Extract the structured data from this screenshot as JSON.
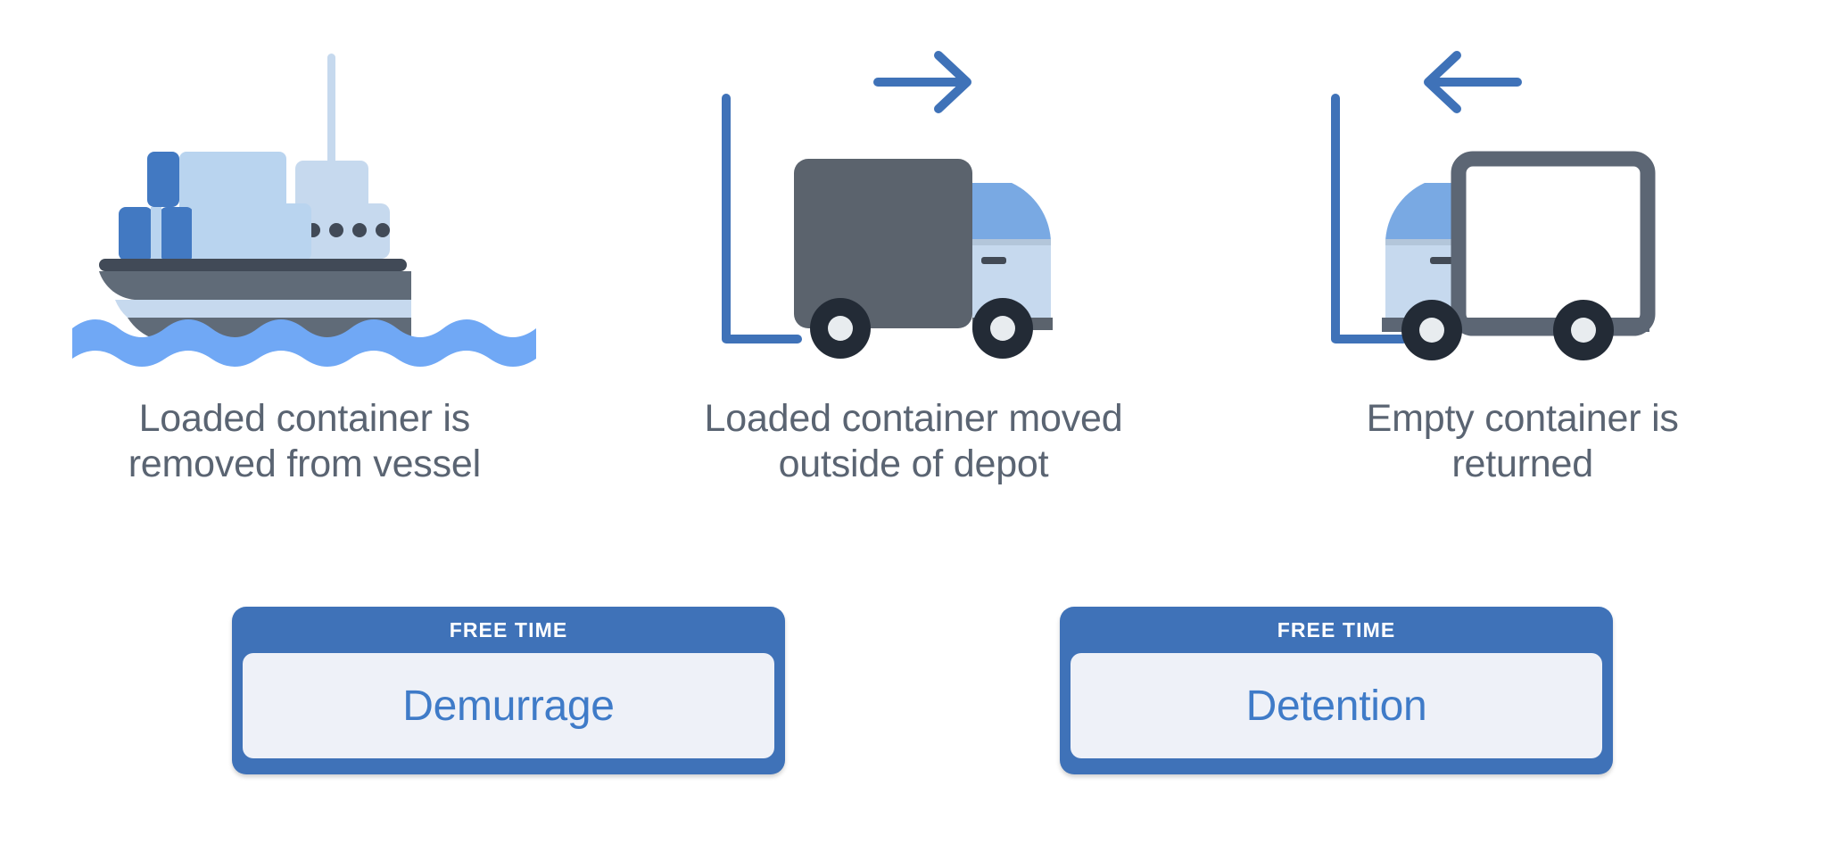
{
  "title": "Demurrage and Detention container timeline",
  "colors": {
    "background": "#ffffff",
    "caption_text": "#5a6472",
    "card_blue": "#3f72b8",
    "card_inner_bg": "#eef1f8",
    "card_inner_text": "#3f7bc8",
    "accent_blue": "#3f72b8",
    "light_blue": "#b9d4ef",
    "water_blue": "#70a8f5",
    "hull_dark": "#4a525e",
    "hull_mid": "#606b78",
    "container_dark_gray": "#5b636d",
    "cab_light": "#c6d9ee",
    "cab_window": "#79a9e3",
    "wheel_dark": "#232b36",
    "wheel_hub": "#e8ecef",
    "truck_outline": "#5c6674"
  },
  "steps": [
    {
      "id": "step-vessel",
      "icon": "cargo-ship-icon",
      "caption_line1": "Loaded container is",
      "caption_line2": "removed from vessel",
      "arrow": "none"
    },
    {
      "id": "step-depot-out",
      "icon": "loaded-truck-icon",
      "caption_line1": "Loaded container moved",
      "caption_line2": "outside of depot",
      "arrow": "arrow-right-icon"
    },
    {
      "id": "step-return",
      "icon": "empty-truck-icon",
      "caption_line1": "Empty container is",
      "caption_line2": "returned",
      "arrow": "arrow-left-icon"
    }
  ],
  "cards": [
    {
      "id": "card-demurrage",
      "header": "FREE TIME",
      "label": "Demurrage"
    },
    {
      "id": "card-detention",
      "header": "FREE TIME",
      "label": "Detention"
    }
  ]
}
